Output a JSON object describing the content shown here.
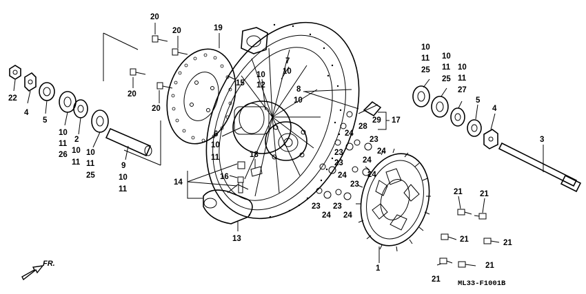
{
  "diagram": {
    "code": "ML33-F1001B",
    "direction": "FR.",
    "labels": [
      {
        "id": "l22",
        "text": "22"
      },
      {
        "id": "l4a",
        "text": "4"
      },
      {
        "id": "l5a",
        "text": "5"
      },
      {
        "id": "l10a",
        "text": "10"
      },
      {
        "id": "l11a",
        "text": "11"
      },
      {
        "id": "l26",
        "text": "26"
      },
      {
        "id": "l2",
        "text": "2"
      },
      {
        "id": "l10b",
        "text": "10"
      },
      {
        "id": "l11b",
        "text": "11"
      },
      {
        "id": "l10c",
        "text": "10"
      },
      {
        "id": "l11c",
        "text": "11"
      },
      {
        "id": "l25a",
        "text": "25"
      },
      {
        "id": "l9",
        "text": "9"
      },
      {
        "id": "l10d",
        "text": "10"
      },
      {
        "id": "l11d",
        "text": "11"
      },
      {
        "id": "l20a",
        "text": "20"
      },
      {
        "id": "l20b",
        "text": "20"
      },
      {
        "id": "l20c",
        "text": "20"
      },
      {
        "id": "l20d",
        "text": "20"
      },
      {
        "id": "l19",
        "text": "19"
      },
      {
        "id": "l15",
        "text": "15"
      },
      {
        "id": "l7",
        "text": "7"
      },
      {
        "id": "l10e",
        "text": "10"
      },
      {
        "id": "l10f",
        "text": "10"
      },
      {
        "id": "l12",
        "text": "12"
      },
      {
        "id": "l8",
        "text": "8"
      },
      {
        "id": "l10g",
        "text": "10"
      },
      {
        "id": "l6",
        "text": "6"
      },
      {
        "id": "l10h",
        "text": "10"
      },
      {
        "id": "l11e",
        "text": "11"
      },
      {
        "id": "l14",
        "text": "14"
      },
      {
        "id": "l16",
        "text": "16"
      },
      {
        "id": "l18",
        "text": "18"
      },
      {
        "id": "l13",
        "text": "13"
      },
      {
        "id": "l29",
        "text": "29"
      },
      {
        "id": "l17",
        "text": "17"
      },
      {
        "id": "l28",
        "text": "28"
      },
      {
        "id": "l24a",
        "text": "24"
      },
      {
        "id": "l23a",
        "text": "23"
      },
      {
        "id": "l23b",
        "text": "23"
      },
      {
        "id": "l24b",
        "text": "24"
      },
      {
        "id": "l23c",
        "text": "23"
      },
      {
        "id": "l24c",
        "text": "24"
      },
      {
        "id": "l24d",
        "text": "24"
      },
      {
        "id": "l24e",
        "text": "24"
      },
      {
        "id": "l23d",
        "text": "23"
      },
      {
        "id": "l23e",
        "text": "23"
      },
      {
        "id": "l23f",
        "text": "23"
      },
      {
        "id": "l24f",
        "text": "24"
      },
      {
        "id": "l24g",
        "text": "24"
      },
      {
        "id": "l1",
        "text": "1"
      },
      {
        "id": "l10i",
        "text": "10"
      },
      {
        "id": "l11f",
        "text": "11"
      },
      {
        "id": "l25b",
        "text": "25"
      },
      {
        "id": "l10j",
        "text": "10"
      },
      {
        "id": "l11g",
        "text": "11"
      },
      {
        "id": "l25c",
        "text": "25"
      },
      {
        "id": "l10k",
        "text": "10"
      },
      {
        "id": "l11h",
        "text": "11"
      },
      {
        "id": "l27",
        "text": "27"
      },
      {
        "id": "l5b",
        "text": "5"
      },
      {
        "id": "l4b",
        "text": "4"
      },
      {
        "id": "l3",
        "text": "3"
      },
      {
        "id": "l21a",
        "text": "21"
      },
      {
        "id": "l21b",
        "text": "21"
      },
      {
        "id": "l21c",
        "text": "21"
      },
      {
        "id": "l21d",
        "text": "21"
      },
      {
        "id": "l21e",
        "text": "21"
      },
      {
        "id": "l21f",
        "text": "21"
      }
    ]
  }
}
